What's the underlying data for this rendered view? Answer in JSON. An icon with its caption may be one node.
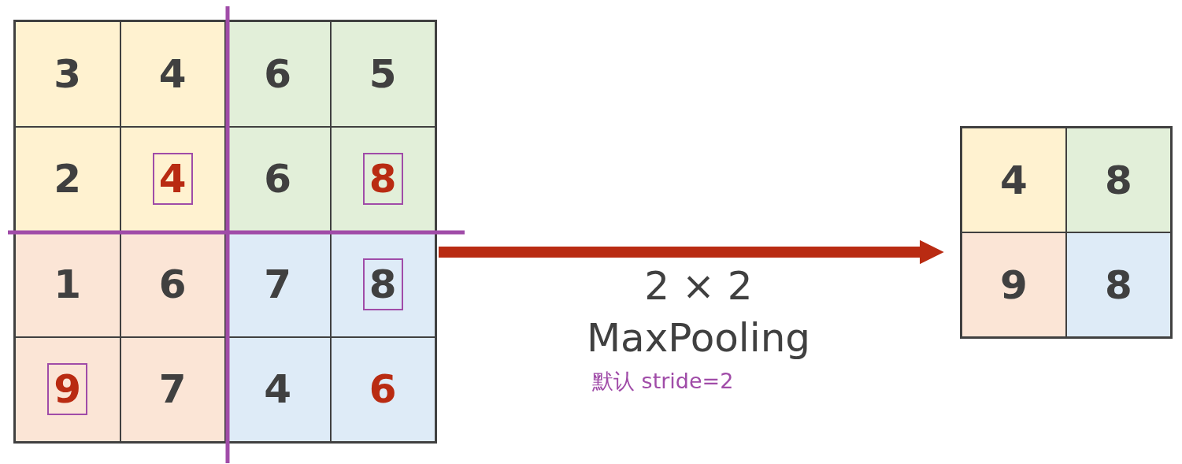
{
  "diagram": {
    "nodes": [
      {
        "text": [],
        "shape": "box"
      },
      {
        "text": [
          "3"
        ],
        "in": 0
      },
      {
        "text": [
          "4"
        ],
        "in": 0
      },
      {
        "text": [
          "6"
        ],
        "in": 0
      },
      {
        "text": [
          "5"
        ],
        "in": 0
      },
      {
        "text": [
          "2"
        ],
        "in": 0
      },
      {
        "text": [
          "4"
        ],
        "in": 0
      },
      {
        "text": [
          "6"
        ],
        "in": 0
      },
      {
        "text": [
          "8"
        ],
        "in": 0
      },
      {
        "text": [
          "1"
        ],
        "in": 0
      },
      {
        "text": [
          "6"
        ],
        "in": 0
      },
      {
        "text": [
          "7"
        ],
        "in": 0
      },
      {
        "text": [
          "8"
        ],
        "in": 0
      },
      {
        "text": [
          "9"
        ],
        "in": 0
      },
      {
        "text": [
          "7"
        ],
        "in": 0
      },
      {
        "text": [
          "4"
        ],
        "in": 0
      },
      {
        "text": [
          "6"
        ],
        "in": 0
      },
      {
        "text": [],
        "shape": "box"
      },
      {
        "text": [
          "4"
        ],
        "in": 17
      },
      {
        "text": [
          "8"
        ],
        "in": 17
      },
      {
        "text": [
          "9"
        ],
        "in": 17
      },
      {
        "text": [
          "8"
        ],
        "in": 17
      }
    ],
    "edges": [
      {
        "from": 0,
        "to": 17,
        "arrow": "to",
        "label": "2 × 2 MaxPooling"
      }
    ],
    "labels": [
      "默认 stride=2"
    ]
  }
}
